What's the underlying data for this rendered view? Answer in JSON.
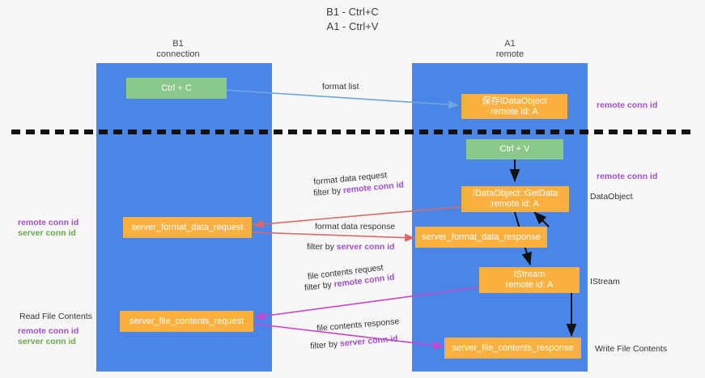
{
  "title": {
    "line1": "B1 - Ctrl+C",
    "line2": "A1 - Ctrl+V"
  },
  "lanes": [
    {
      "id": "b1",
      "name": "B1",
      "role": "connection",
      "color": "#4a86e8"
    },
    {
      "id": "a1",
      "name": "A1",
      "role": "remote",
      "color": "#4a86e8"
    }
  ],
  "nodes": {
    "ctrl_c": {
      "label": "Ctrl + C",
      "color": "#8bc98a",
      "lane": "b1"
    },
    "idataobject": {
      "line1": "保存IDataObject",
      "line2": "remote id: A",
      "color": "#fbb040",
      "lane": "a1"
    },
    "ctrl_v": {
      "label": "Ctrl + V",
      "color": "#8bc98a",
      "lane": "a1"
    },
    "getdata": {
      "line1": "IDataObject::GetData",
      "line2": "remote id: A",
      "color": "#fbb040",
      "lane": "a1"
    },
    "fmt_request": {
      "label": "server_format_data_request",
      "color": "#fbb040",
      "lane": "b1"
    },
    "fmt_response": {
      "label": "server_format_data_response",
      "color": "#fbb040",
      "lane": "a1"
    },
    "istream": {
      "line1": "IStream",
      "line2": "remote id: A",
      "color": "#fbb040",
      "lane": "a1"
    },
    "file_request": {
      "label": "server_file_contents_request",
      "color": "#fbb040",
      "lane": "b1"
    },
    "file_response": {
      "label": "server_file_contents_response",
      "color": "#fbb040",
      "lane": "a1"
    }
  },
  "edge_labels": {
    "format_list": {
      "text": "format list"
    },
    "format_data_request": {
      "line1": "format data request",
      "prefix": "filter by ",
      "key": "remote conn id",
      "key_color": "#a24fd0"
    },
    "format_data_response": {
      "line1": "format data response",
      "prefix": "filter by ",
      "key": "server conn id",
      "key_color": "#a24fd0"
    },
    "file_contents_request": {
      "line1": "file contents request",
      "prefix": "filter by ",
      "key": "remote conn id",
      "key_color": "#a24fd0"
    },
    "file_contents_response": {
      "line1": "file contents response",
      "prefix": "filter by ",
      "key": "server conn id",
      "key_color": "#a24fd0"
    }
  },
  "annotations": {
    "right_remote_1": {
      "text": "remote conn id",
      "color": "#a24fd0"
    },
    "right_remote_2": {
      "text": "remote conn id",
      "color": "#a24fd0"
    },
    "right_dataobject": {
      "text": "DataObject",
      "color": "#333333"
    },
    "right_istream": {
      "text": "IStream",
      "color": "#333333"
    },
    "right_write": {
      "text": "Write File Contents",
      "color": "#333333"
    },
    "left_remote": {
      "text": "remote conn id",
      "color": "#a24fd0"
    },
    "left_server": {
      "text": "server conn id",
      "color": "#6aa84f"
    },
    "left_read": {
      "text": "Read File Contents",
      "color": "#333333"
    },
    "left_remote_2": {
      "text": "remote conn id",
      "color": "#a24fd0"
    },
    "left_server_2": {
      "text": "server conn id",
      "color": "#6aa84f"
    }
  },
  "colors": {
    "lane": "#4a86e8",
    "green_node": "#8bc98a",
    "orange_node": "#fbb040",
    "arrow_blue": "#6fa8dc",
    "arrow_black": "#111111",
    "arrow_red": "#e06666",
    "arrow_magenta": "#cc44cc",
    "divider": "#111111",
    "background": "#f7f7f7"
  }
}
